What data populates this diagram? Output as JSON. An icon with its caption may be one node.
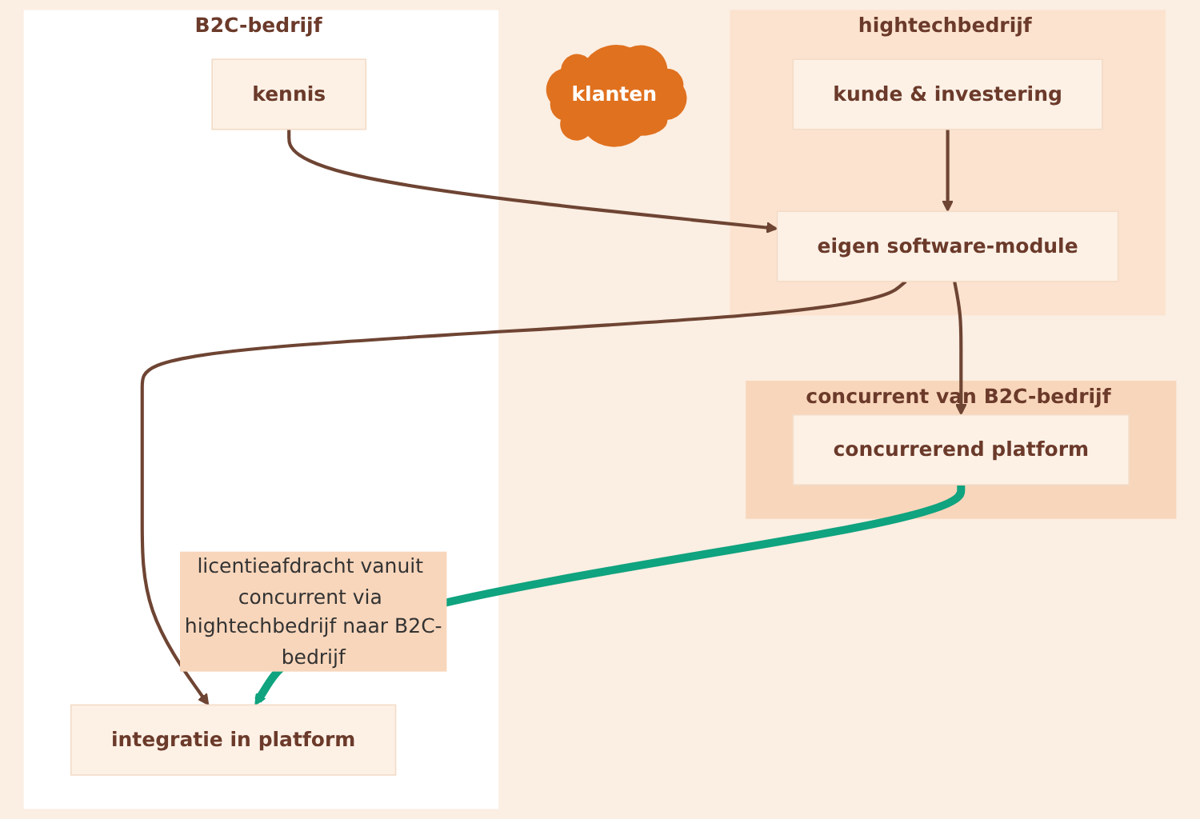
{
  "diagram": {
    "nodes": [
      {
        "text": [
          "B2C-bedrijf"
        ]
      },
      {
        "text": [
          "kennis"
        ],
        "in": 0
      },
      {
        "text": [
          "integratie in platform"
        ],
        "in": 0
      },
      {
        "text": [
          "hightechbedrijf"
        ]
      },
      {
        "text": [
          "kunde & investering"
        ],
        "in": 3
      },
      {
        "text": [
          "eigen software-module"
        ],
        "in": 3
      },
      {
        "text": [
          "concurrent van B2C-bedrijf"
        ]
      },
      {
        "text": [
          "concurrerend platform"
        ],
        "in": 6
      },
      {
        "text": [
          "klanten"
        ]
      }
    ],
    "edges": [
      {
        "from": 1,
        "to": 5,
        "arrow": "to"
      },
      {
        "from": 4,
        "to": 5,
        "arrow": "to"
      },
      {
        "from": 5,
        "to": 2,
        "arrow": "to"
      },
      {
        "from": 5,
        "to": 7,
        "arrow": "to"
      },
      {
        "from": 7,
        "to": 2,
        "arrow": "to",
        "label": "licentieafdracht vanuit concurrent via hightechbedrijf naar B2C-bedrijf",
        "style": "thick",
        "color": "#0fa37f"
      }
    ]
  }
}
